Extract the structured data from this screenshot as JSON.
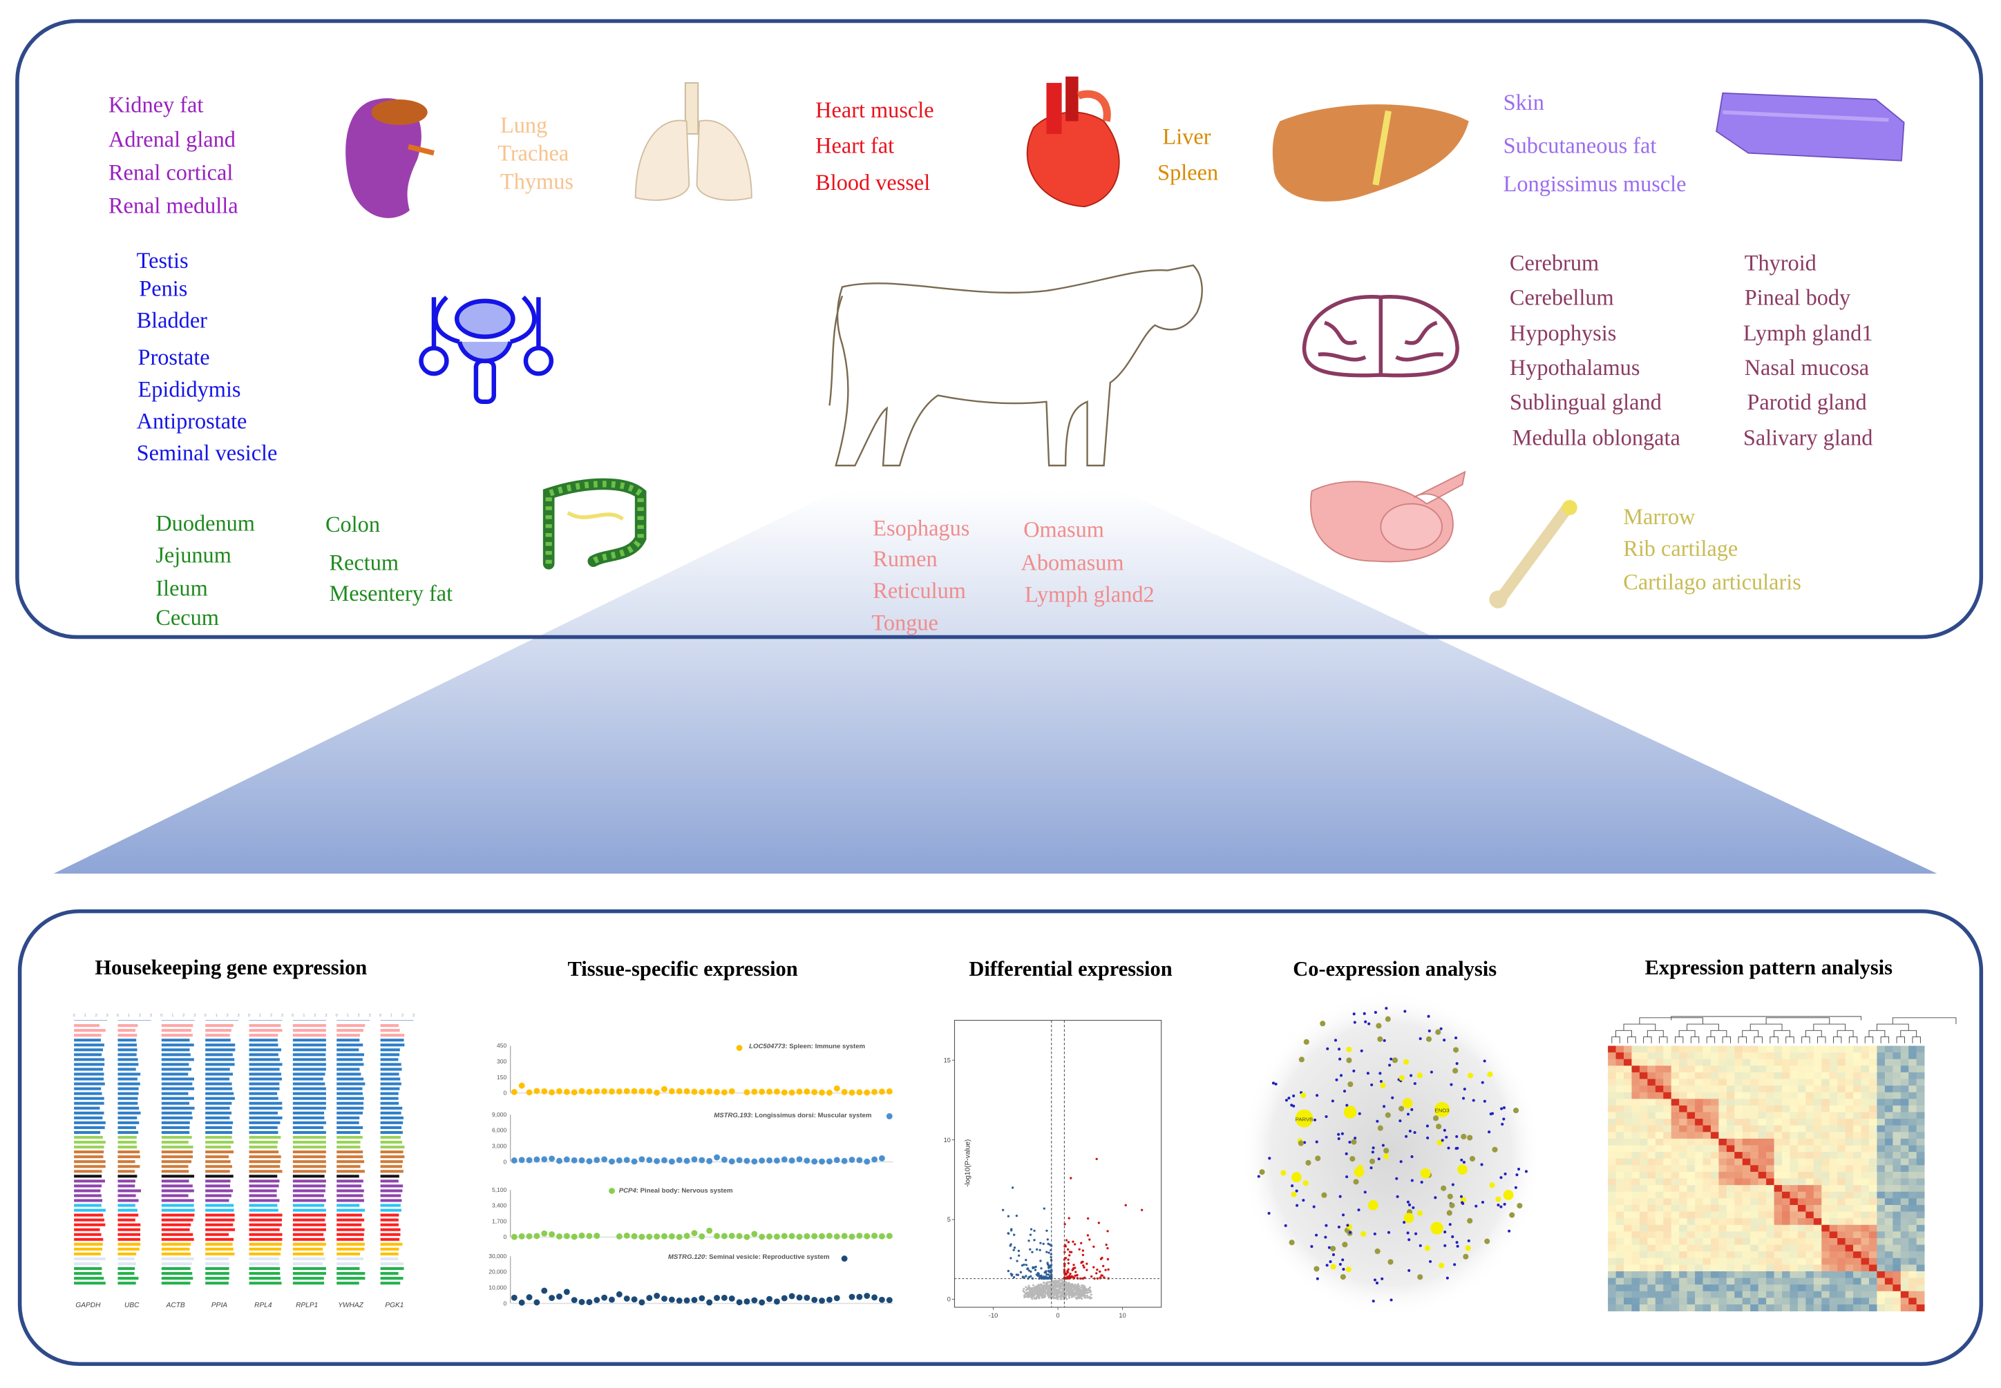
{
  "tissues": {
    "kidney": {
      "color": "#9a1fc0",
      "items": [
        "Kidney fat",
        "Adrenal gland",
        "Renal cortical",
        "Renal medulla"
      ]
    },
    "lung": {
      "color": "#f7c38e",
      "items": [
        "Lung",
        "Trachea",
        "Thymus"
      ]
    },
    "heart": {
      "color": "#e8121c",
      "items": [
        "Heart muscle",
        "Heart fat",
        "Blood vessel"
      ]
    },
    "liver": {
      "color": "#d98a00",
      "items": [
        "Liver",
        "Spleen"
      ]
    },
    "skin": {
      "color": "#9b6cf0",
      "items": [
        "Skin",
        "Subcutaneous fat",
        "Longissimus muscle"
      ]
    },
    "reproductive": {
      "color": "#1414e6",
      "items": [
        "Testis",
        "Penis",
        "Bladder",
        "Prostate",
        "Epididymis",
        "Antiprostate",
        "Seminal vesicle"
      ]
    },
    "brain_a": {
      "color": "#8b3a62",
      "items": [
        "Cerebrum",
        "Cerebellum",
        "Hypophysis",
        "Hypothalamus",
        "Sublingual gland",
        "Medulla oblongata"
      ]
    },
    "brain_b": {
      "color": "#8b3a62",
      "items": [
        "Thyroid",
        "Pineal body",
        "Lymph gland1",
        "Nasal mucosa",
        "Parotid gland",
        "Salivary gland"
      ]
    },
    "gut_a": {
      "color": "#1e8a1e",
      "items": [
        "Duodenum",
        "Jejunum",
        "Ileum",
        "Cecum"
      ]
    },
    "gut_b": {
      "color": "#1e8a1e",
      "items": [
        "Colon",
        "Rectum",
        "Mesentery fat"
      ]
    },
    "stomach_a": {
      "color": "#f08c8c",
      "items": [
        "Esophagus",
        "Rumen",
        "Reticulum",
        "Tongue"
      ]
    },
    "stomach_b": {
      "color": "#f08c8c",
      "items": [
        "Omasum",
        "Abomasum",
        "Lymph gland2"
      ]
    },
    "bone": {
      "color": "#c9bb55",
      "items": [
        "Marrow",
        "Rib cartilage",
        "Cartilago articularis"
      ]
    }
  },
  "panels": {
    "housekeeping": "Housekeeping gene expression",
    "tissue_specific": "Tissue-specific expression",
    "differential": "Differential expression",
    "coexpression": "Co-expression analysis",
    "pattern": "Expression pattern analysis"
  },
  "colors": {
    "frame": "#2f4a8a",
    "funnel_top": "#ffffff",
    "funnel_bottom": "#8ea5d6"
  },
  "chart_data": [
    {
      "type": "bar",
      "title": "Housekeeping gene expression",
      "genes": [
        "GAPDH",
        "UBC",
        "ACTB",
        "PPIA",
        "RPL4",
        "RPLP1",
        "YWHAZ",
        "PGK1"
      ],
      "xticks": [
        "0",
        "1",
        "2",
        "3"
      ],
      "xlim": [
        0,
        3
      ],
      "row_groups": [
        {
          "color": "#ffa6a6",
          "n": 3
        },
        {
          "color": "#2e7ec8",
          "n": 20
        },
        {
          "color": "#9ad35a",
          "n": 3
        },
        {
          "color": "#d07a3a",
          "n": 5
        },
        {
          "color": "#111111",
          "n": 1
        },
        {
          "color": "#8e44ad",
          "n": 5
        },
        {
          "color": "#29c4f4",
          "n": 2
        },
        {
          "color": "#ff2020",
          "n": 6
        },
        {
          "color": "#ffc000",
          "n": 3
        },
        {
          "color": "#dfe7f5",
          "n": 2
        },
        {
          "color": "#22b24c",
          "n": 4
        }
      ],
      "mean_values": [
        2.6,
        1.8,
        2.7,
        2.4,
        2.8,
        3.0,
        2.3,
        1.9
      ]
    },
    {
      "type": "scatter",
      "title": "Tissue-specific expression",
      "n_tissues": 51,
      "series": [
        {
          "name": "LOC504773",
          "label": "Spleen: Immune system",
          "color": "#ffc000",
          "yticks": [
            "0",
            "150",
            "300",
            "450"
          ],
          "ymax": 450,
          "peak_index": 30,
          "peak_value": 430,
          "baseline": 10
        },
        {
          "name": "MSTRG.193",
          "label": "Longissimus dorsi: Muscular system",
          "color": "#4a90d0",
          "yticks": [
            "0",
            "3,000",
            "6,000",
            "9,000"
          ],
          "ymax": 9000,
          "peak_index": 50,
          "peak_value": 8700,
          "baseline": 250
        },
        {
          "name": "PCP4",
          "label": "Pineal body: Nervous system",
          "color": "#8acd50",
          "yticks": [
            "0",
            "1,700",
            "3,400",
            "5,100"
          ],
          "ymax": 5100,
          "peak_index": 13,
          "peak_value": 5000,
          "baseline": 80
        },
        {
          "name": "MSTRG.120",
          "label": "Seminal vesicle: Reproductive system",
          "color": "#1c4a78",
          "yticks": [
            "0",
            "10,000",
            "20,000",
            "30,000"
          ],
          "ymax": 30000,
          "peak_index": 44,
          "peak_value": 28500,
          "baseline": 2500
        }
      ]
    },
    {
      "type": "scatter",
      "title": "Differential expression",
      "ylabel": "-log10(P-value)",
      "xticks": [
        "-10",
        "0",
        "10"
      ],
      "yticks": [
        "0",
        "5",
        "10",
        "15"
      ],
      "xlim": [
        -16,
        16
      ],
      "ylim": [
        -0.5,
        17.5
      ],
      "p_threshold": 1.3,
      "fc_threshold": 1,
      "colors": {
        "down": "#2d5f9a",
        "up": "#d01010",
        "ns": "#b8b8b8"
      }
    },
    {
      "type": "scatter",
      "title": "Co-expression analysis",
      "hub_labels": [
        "PARVB",
        "ENO3"
      ],
      "colors": {
        "hub": "#f5f000",
        "node": "#2020c0",
        "mid": "#9a9a40"
      }
    },
    {
      "type": "heatmap",
      "title": "Expression pattern analysis",
      "size": 40,
      "colors": {
        "low": "#2e6fb0",
        "mid": "#fff8c8",
        "high": "#d7301f"
      }
    }
  ]
}
